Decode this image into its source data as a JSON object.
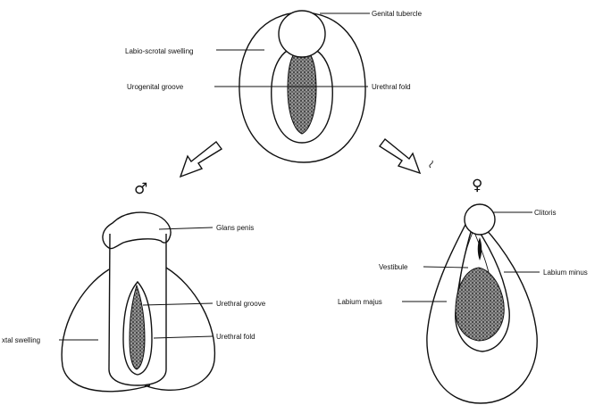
{
  "symbols": {
    "male": "♂",
    "female": "♀"
  },
  "labels": {
    "genital_tubercle": "Genital tubercle",
    "labio_scrotal_swelling": "Labio-scrotal swelling",
    "urogenital_groove": "Urogenital groove",
    "urethral_fold_top": "Urethral fold",
    "glans_penis": "Glans penis",
    "urethral_groove": "Urethral groove",
    "urethral_fold_male": "Urethral fold",
    "scrotal_swelling": "xtal swelling",
    "clitoris": "Clitoris",
    "vestibule": "Vestibule",
    "labium_minus": "Labium minus",
    "labium_majus": "Labium majus"
  }
}
